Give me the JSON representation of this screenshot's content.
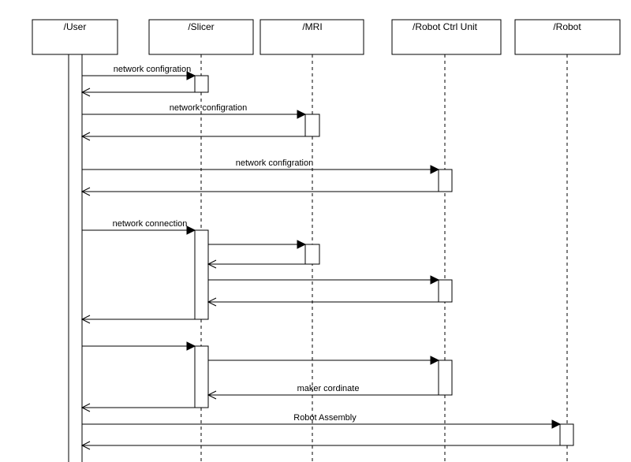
{
  "participants": [
    {
      "id": "user",
      "label": "/User"
    },
    {
      "id": "slicer",
      "label": "/Slicer"
    },
    {
      "id": "mri",
      "label": "/MRI"
    },
    {
      "id": "ctrl",
      "label": "/Robot Ctrl Unit"
    },
    {
      "id": "robot",
      "label": "/Robot"
    }
  ],
  "messages": [
    {
      "from": "user",
      "to": "slicer",
      "label": "network configration",
      "type": "call"
    },
    {
      "from": "slicer",
      "to": "user",
      "label": "",
      "type": "return"
    },
    {
      "from": "user",
      "to": "mri",
      "label": "network configration",
      "type": "call"
    },
    {
      "from": "mri",
      "to": "user",
      "label": "",
      "type": "return"
    },
    {
      "from": "user",
      "to": "ctrl",
      "label": "network configration",
      "type": "call"
    },
    {
      "from": "ctrl",
      "to": "user",
      "label": "",
      "type": "return"
    },
    {
      "from": "user",
      "to": "slicer",
      "label": "network connection",
      "type": "call"
    },
    {
      "from": "slicer",
      "to": "mri",
      "label": "",
      "type": "call"
    },
    {
      "from": "mri",
      "to": "slicer",
      "label": "",
      "type": "return"
    },
    {
      "from": "slicer",
      "to": "ctrl",
      "label": "",
      "type": "call"
    },
    {
      "from": "ctrl",
      "to": "slicer",
      "label": "",
      "type": "return"
    },
    {
      "from": "slicer",
      "to": "user",
      "label": "",
      "type": "return"
    },
    {
      "from": "user",
      "to": "slicer",
      "label": "",
      "type": "call"
    },
    {
      "from": "slicer",
      "to": "ctrl",
      "label": "",
      "type": "call"
    },
    {
      "from": "ctrl",
      "to": "slicer",
      "label": "maker cordinate",
      "type": "return"
    },
    {
      "from": "slicer",
      "to": "user",
      "label": "",
      "type": "return"
    },
    {
      "from": "user",
      "to": "robot",
      "label": "Robot Assembly",
      "type": "call"
    },
    {
      "from": "robot",
      "to": "user",
      "label": "",
      "type": "return"
    }
  ]
}
